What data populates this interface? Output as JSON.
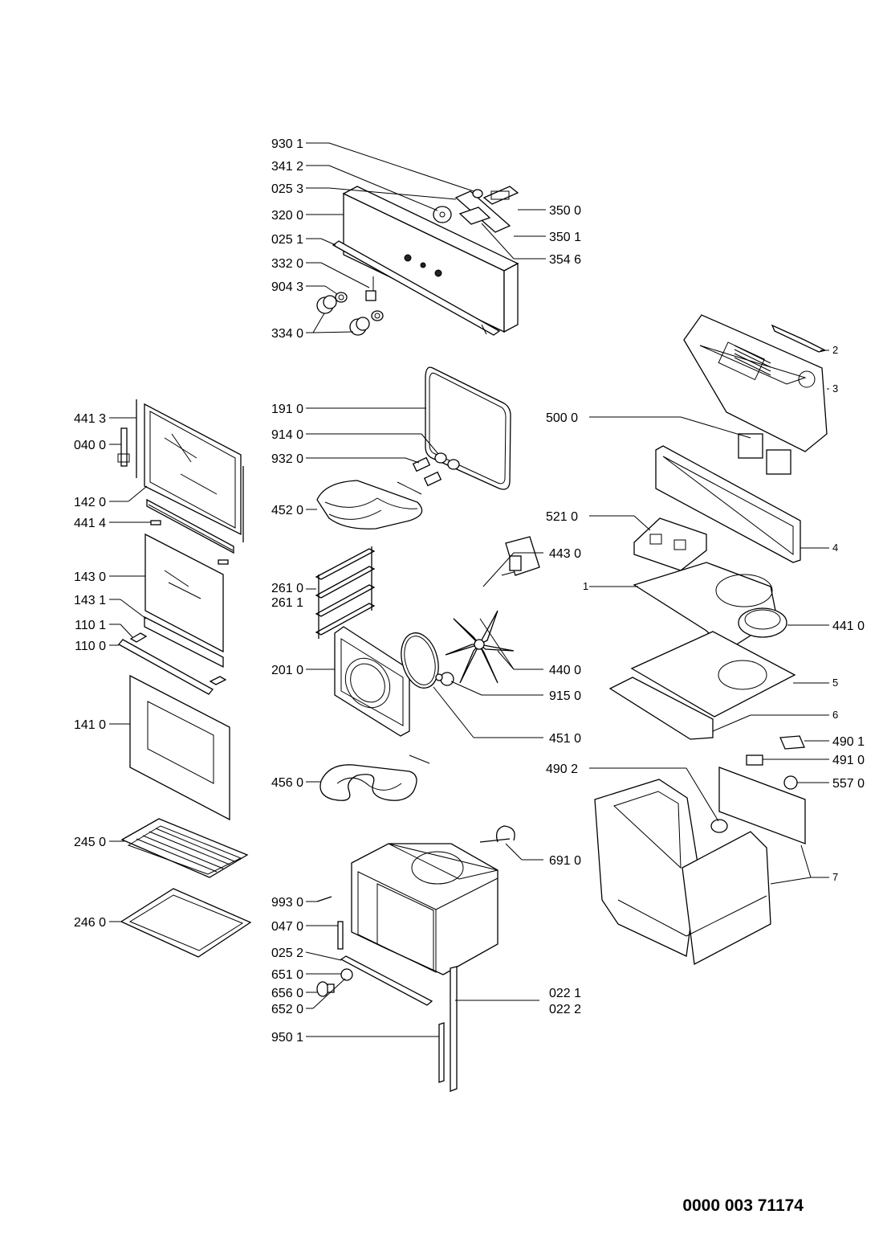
{
  "document_ref": "0000 003 71174",
  "callouts": {
    "c9301": "930 1",
    "c3412": "341 2",
    "c0253": "025 3",
    "c3200": "320 0",
    "c0251": "025 1",
    "c3320": "332 0",
    "c9043": "904 3",
    "c3340": "334 0",
    "c3500": "350 0",
    "c3501": "350 1",
    "c3546": "354 6",
    "c4413": "441 3",
    "c0400": "040 0",
    "c1420": "142 0",
    "c4414": "441 4",
    "c1430": "143 0",
    "c1431": "143 1",
    "c1101": "110 1",
    "c1100": "110 0",
    "c1410": "141 0",
    "c2450": "245 0",
    "c2460": "246 0",
    "c1910": "191 0",
    "c9140": "914 0",
    "c9320": "932 0",
    "c4520": "452 0",
    "c2610": "261 0",
    "c2611": "261 1",
    "c2010": "201 0",
    "c4560": "456 0",
    "c9930": "993 0",
    "c0470": "047 0",
    "c0252": "025 2",
    "c6510": "651 0",
    "c6560": "656 0",
    "c6520": "652 0",
    "c9501": "950 1",
    "c4430": "443 0",
    "c4400": "440 0",
    "c9150": "915 0",
    "c4510": "451 0",
    "c6910": "691 0",
    "c0221": "022 1",
    "c0222": "022 2",
    "c5000": "500 0",
    "c5210": "521 0",
    "c4410": "441 0",
    "c4901": "490 1",
    "c4910": "491 0",
    "c5570": "557 0",
    "c4902": "490 2",
    "n1": "1",
    "n2": "2",
    "n3": "3",
    "n4": "4",
    "n5": "5",
    "n6": "6",
    "n7": "7"
  }
}
